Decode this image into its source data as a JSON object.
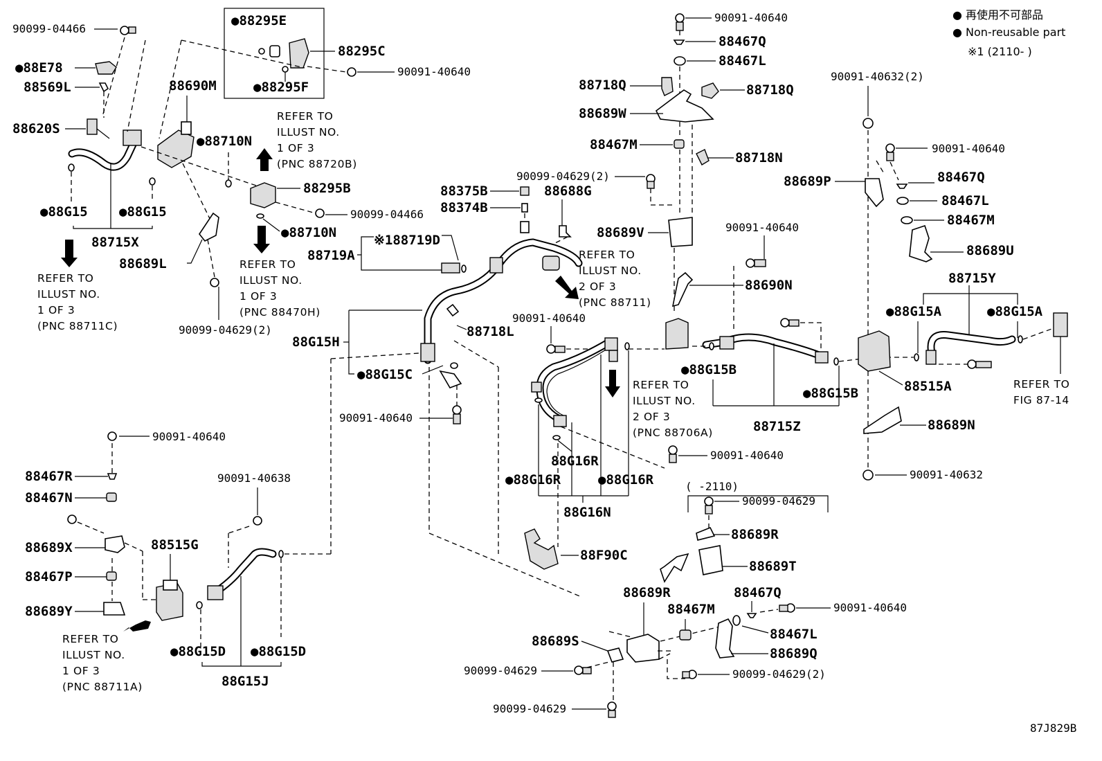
{
  "legend": {
    "jp": "● 再使用不可部品",
    "en": "● Non-reusable part",
    "note": "※1 (2110-      )"
  },
  "diagram_code": "87J829B",
  "box_label": "( -2110)",
  "refs": {
    "r1": [
      "REFER TO",
      "ILLUST NO.",
      "1 OF 3",
      "(PNC 88720B)"
    ],
    "r2": [
      "REFER TO",
      "ILLUST NO.",
      "1 OF 3",
      "(PNC 88711C)"
    ],
    "r3": [
      "REFER TO",
      "ILLUST NO.",
      "1 OF 3",
      "(PNC 88470H)"
    ],
    "r4": [
      "REFER TO",
      "ILLUST NO.",
      "2 OF 3",
      "(PNC 88711)"
    ],
    "r5": [
      "REFER TO",
      "ILLUST NO.",
      "2 OF 3",
      "(PNC 88706A)"
    ],
    "r6": [
      "REFER TO",
      "FIG 87-14"
    ],
    "r7": [
      "REFER TO",
      "ILLUST NO.",
      "1 OF 3",
      "(PNC 88711A)"
    ]
  },
  "parts": {
    "p1": "90099-04466",
    "p2": "●88E78",
    "p3": "88569L",
    "p4": "88620S",
    "p5": "●88G15",
    "p6": "●88G15",
    "p7": "88715X",
    "p8": "88689L",
    "p9": "90099-04629(2)",
    "p10": "●88295E",
    "p11": "88295C",
    "p12": "●88295F",
    "p13": "90091-40640",
    "p14": "88690M",
    "p15": "●88710N",
    "p16": "88295B",
    "p17": "90099-04466",
    "p18": "●88710N",
    "p19": "88375B",
    "p20": "88374B",
    "p21": "88688G",
    "p22": "88719A",
    "p23": "※188719D",
    "p24": "88718L",
    "p25": "88G15H",
    "p26": "●88G15C",
    "p27": "90091-40640",
    "p28": "90091-40640",
    "p29": "88467R",
    "p30": "88467N",
    "p31": "88689X",
    "p32": "88515G",
    "p33": "88467P",
    "p34": "88689Y",
    "p35": "90091-40638",
    "p36": "●88G15D",
    "p37": "●88G15D",
    "p38": "88G15J",
    "p39": "90091-40640",
    "p40": "88467Q",
    "p41": "88467L",
    "p42": "88718Q",
    "p43": "88718Q",
    "p44": "88689W",
    "p45": "88467M",
    "p46": "88718N",
    "p47": "90099-04629(2)",
    "p48": "88689V",
    "p49": "90091-40640",
    "p50": "88690N",
    "p51": "90091-40640",
    "p52": "●88G15B",
    "p53": "●88G15B",
    "p54": "88715Z",
    "p55": "88G16R",
    "p56": "●88G16R",
    "p57": "●88G16R",
    "p58": "88G16N",
    "p59": "90091-40640",
    "p60": "88F90C",
    "p61": "90091-40632(2)",
    "p62": "90091-40640",
    "p63": "88689P",
    "p64": "88467Q",
    "p65": "88467L",
    "p66": "88467M",
    "p67": "88689U",
    "p68": "88715Y",
    "p69": "●88G15A",
    "p70": "●88G15A",
    "p71": "88515A",
    "p72": "88689N",
    "p73": "90091-40632",
    "p74": "90099-04629",
    "p75": "88689R",
    "p76": "88689T",
    "p77": "88689R",
    "p78": "88467Q",
    "p79": "90091-40640",
    "p80": "88467M",
    "p81": "88467L",
    "p82": "88689S",
    "p83": "88689Q",
    "p84": "90099-04629",
    "p85": "90099-04629(2)",
    "p86": "90099-04629"
  }
}
